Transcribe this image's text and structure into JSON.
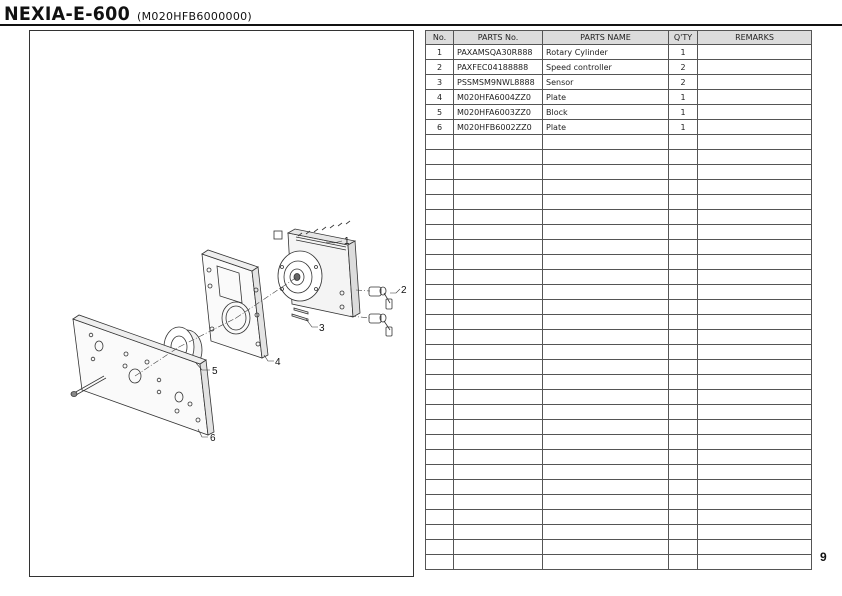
{
  "header": {
    "model": "NEXIA-E-600",
    "code": "(M020HFB6000000)"
  },
  "drawing": {
    "callouts": [
      "1",
      "2",
      "3",
      "4",
      "5",
      "6"
    ]
  },
  "table": {
    "headers": [
      "No.",
      "PARTS No.",
      "PARTS NAME",
      "Q'TY",
      "REMARKS"
    ],
    "rows": [
      {
        "no": "1",
        "part_no": "PAXAMSQA30R888",
        "name": "Rotary Cylinder",
        "qty": "1",
        "remarks": ""
      },
      {
        "no": "2",
        "part_no": "PAXFEC04188888",
        "name": "Speed controller",
        "qty": "2",
        "remarks": ""
      },
      {
        "no": "3",
        "part_no": "PSSMSM9NWL8888",
        "name": "Sensor",
        "qty": "2",
        "remarks": ""
      },
      {
        "no": "4",
        "part_no": "M020HFA6004ZZ0",
        "name": "Plate",
        "qty": "1",
        "remarks": ""
      },
      {
        "no": "5",
        "part_no": "M020HFA6003ZZ0",
        "name": "Block",
        "qty": "1",
        "remarks": ""
      },
      {
        "no": "6",
        "part_no": "M020HFB6002ZZ0",
        "name": "Plate",
        "qty": "1",
        "remarks": ""
      }
    ],
    "total_rows": 35
  },
  "page_number": "9"
}
